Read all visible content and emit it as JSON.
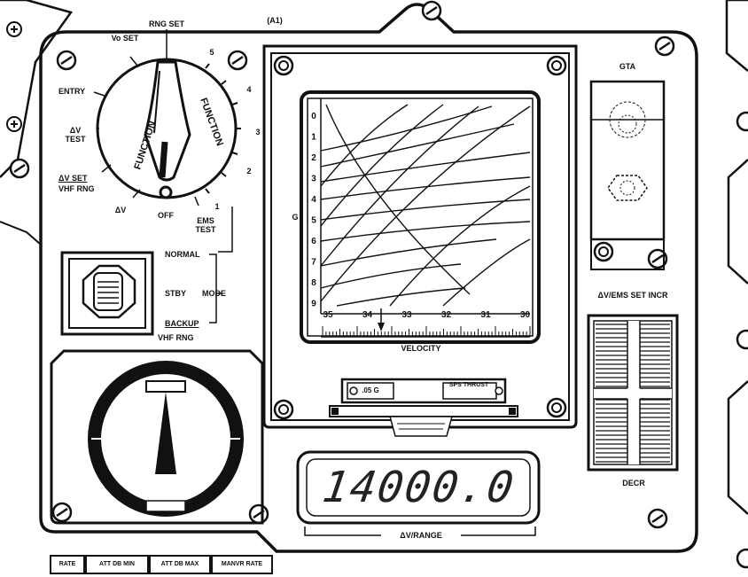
{
  "top_label": "(A1)",
  "function_switch": {
    "labels": [
      "Vo SET",
      "RNG SET",
      "5",
      "4",
      "3",
      "2",
      "1",
      "EMS TEST",
      "OFF",
      "ΔV",
      "ΔV SET",
      "VHF RNG",
      "ΔV TEST",
      "ENTRY"
    ],
    "knob_text_left": "FUNCTION",
    "knob_text_right": "FUNCTION"
  },
  "mode_switch": {
    "normal": "NORMAL",
    "stby": "STBY",
    "mode": "MODE",
    "backup": "BACKUP",
    "vhf_rng": "VHF RNG"
  },
  "scroll": {
    "g_axis_label": "G",
    "g_ticks": [
      "0",
      "1",
      "2",
      "3",
      "4",
      "5",
      "6",
      "7",
      "8",
      "9"
    ],
    "velocity_ticks": [
      "35",
      "34",
      "33",
      "32",
      "31",
      "30"
    ],
    "velocity_label": "VELOCITY",
    "lamp_left": ".05 G",
    "lamp_right": "SPS THRUST"
  },
  "gta_label": "GTA",
  "delta_v_set": {
    "top_label": "ΔV/EMS SET INCR",
    "bottom_label": "DECR"
  },
  "counter": {
    "value": "14000.0",
    "label": "ΔV/RANGE"
  },
  "bottom_tabs": [
    "RATE",
    "ATT DB MIN",
    "ATT DB MAX",
    "MANVR RATE"
  ]
}
